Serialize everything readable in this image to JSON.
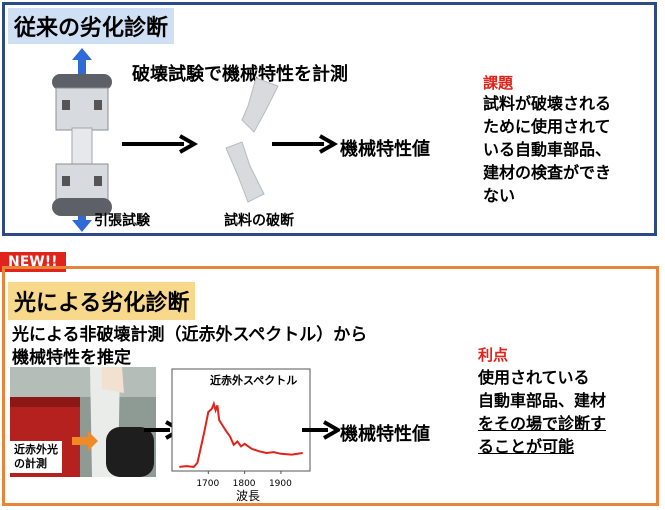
{
  "top": {
    "title": "従来の劣化診断",
    "heading": "破壊試験で機械特性を計測",
    "label_tensile": "引張試験",
    "label_fracture": "試料の破断",
    "result": "機械特性値",
    "issue_label": "課題",
    "issue_lines": [
      "試料が破壊される",
      "ために使用されて",
      "いる自動車部品、",
      "建材の検査ができ",
      "ない"
    ]
  },
  "badge": "NEW!!",
  "bottom": {
    "title": "光による劣化診断",
    "heading_line1": "光による非破壊計測（近赤外スペクトル）から",
    "heading_line2": "機械特性を推定",
    "photo_caption": [
      "近赤外光",
      "の計測"
    ],
    "spectrum_title": "近赤外スペクトル",
    "x_ticks": [
      "1700",
      "1800",
      "1900"
    ],
    "x_label": "波長",
    "result": "機械特性値",
    "benefit_label": "利点",
    "benefit_lines": [
      "使用されている",
      "自動車部品、建材",
      "をその場で診断す",
      "ることが可能"
    ]
  },
  "chart_data": {
    "type": "line",
    "title": "近赤外スペクトル",
    "xlabel": "波長",
    "ylabel": "",
    "x": [
      1620,
      1640,
      1660,
      1670,
      1680,
      1690,
      1700,
      1710,
      1715,
      1720,
      1725,
      1730,
      1740,
      1750,
      1760,
      1770,
      1780,
      1790,
      1800,
      1820,
      1840,
      1860,
      1880,
      1900,
      1930,
      1960
    ],
    "y": [
      0.05,
      0.06,
      0.05,
      0.1,
      0.3,
      0.5,
      0.72,
      0.76,
      0.82,
      0.74,
      0.8,
      0.62,
      0.55,
      0.48,
      0.42,
      0.32,
      0.36,
      0.3,
      0.33,
      0.27,
      0.24,
      0.22,
      0.23,
      0.21,
      0.2,
      0.22
    ],
    "xlim": [
      1600,
      1980
    ],
    "ylim": [
      0,
      1
    ],
    "grid": false,
    "colors": {
      "line": "#e0241b"
    }
  },
  "colors": {
    "panel1_border": "#2e4a86",
    "panel2_border": "#e8843a",
    "badge_bg": "#e0241b",
    "arrow_blue": "#2f6bd6"
  }
}
